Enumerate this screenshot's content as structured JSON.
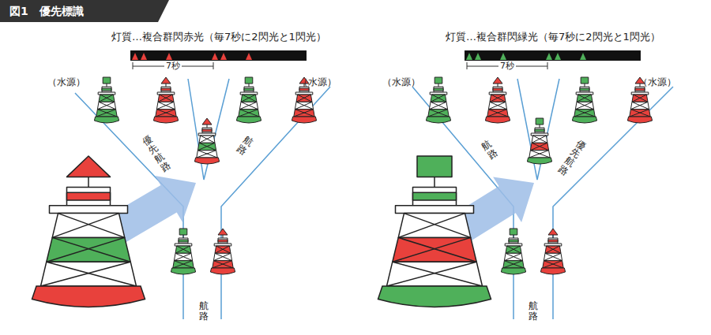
{
  "diagram": {
    "title": "図1　優先標識",
    "labels": [
      "灯質…複合群閃赤光（毎7秒に2閃光と1閃光）",
      "7秒",
      "（水源）",
      "（水源）",
      "優先航路",
      "航路",
      "航路",
      "灯質…複合群閃緑光（毎7秒に2閃光と1閃光）",
      "7秒",
      "（水源）",
      "（水源）",
      "航路",
      "優先航路",
      "航路"
    ]
  }
}
